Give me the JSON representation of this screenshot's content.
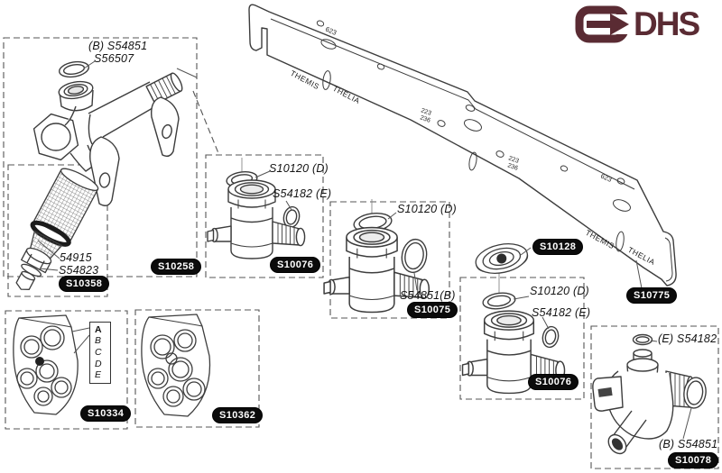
{
  "logo": {
    "brand": "DHS"
  },
  "colors": {
    "logo_maroon": "#5a2b33",
    "ink": "#3d3d3d",
    "badge_bg": "#0b0b0b",
    "badge_text": "#ffffff"
  },
  "groups": {
    "valve_manifold": {
      "badge": "S10258",
      "labels": {
        "washer_b": "(B) S54851",
        "washer": "S56507"
      }
    },
    "filter": {
      "badge": "S10358",
      "labels": {
        "strainer": "54915",
        "washer": "S54823"
      }
    },
    "valve1": {
      "badge": "S10076",
      "labels": {
        "washer_d": "S10120 (D)",
        "washer_e": "S54182 (E)"
      }
    },
    "valve2": {
      "badge": "S10075",
      "labels": {
        "washer_d": "S10120 (D)",
        "washer_b": "S54851(B)"
      }
    },
    "disc": {
      "badge": "S10128"
    },
    "valve3": {
      "badge": "S10076",
      "labels": {
        "washer_d": "S10120 (D)",
        "washer_e": "S54182 (E)"
      }
    },
    "valve4": {
      "badge": "S10078",
      "labels": {
        "washer_e": "(E) S54182",
        "washer_b": "(B) S54851"
      }
    },
    "bracket": {
      "badge": "S10775",
      "markings": {
        "m623": "623",
        "m223": "223",
        "m236": "236",
        "themis": "THEMIS",
        "thelia": "THELIA"
      }
    },
    "gasket_set1": {
      "badge": "S10334",
      "card_letters": [
        "A",
        "B",
        "C",
        "D",
        "E"
      ]
    },
    "gasket_set2": {
      "badge": "S10362"
    }
  }
}
